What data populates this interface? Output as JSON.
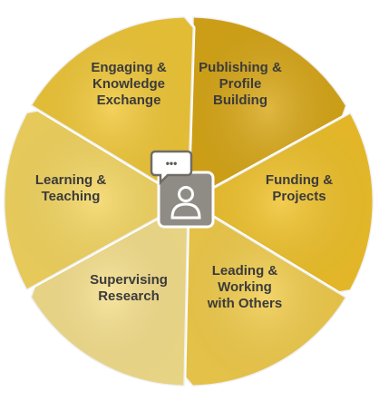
{
  "diagram": {
    "segments": [
      {
        "lines": [
          "Publishing &",
          "Profile",
          "Building"
        ],
        "color": "#d9a818"
      },
      {
        "lines": [
          "Funding &",
          "Projects"
        ],
        "color": "#f0c22a"
      },
      {
        "lines": [
          "Leading &",
          "Working",
          "with Others"
        ],
        "color": "#f2cd4c"
      },
      {
        "lines": [
          "Supervising",
          "Research"
        ],
        "color": "#f6e08c"
      },
      {
        "lines": [
          "Learning &",
          "Teaching"
        ],
        "color": "#f4d660"
      },
      {
        "lines": [
          "Engaging &",
          "Knowledge",
          "Exchange"
        ],
        "color": "#f1c838"
      }
    ],
    "center": {
      "icon": "person-speech-bubble-icon",
      "bubble_text": "•••"
    },
    "colors": {
      "icon_box": "#8f8c86",
      "icon_figure": "#ffffff",
      "text": "#3b3b3b"
    }
  }
}
